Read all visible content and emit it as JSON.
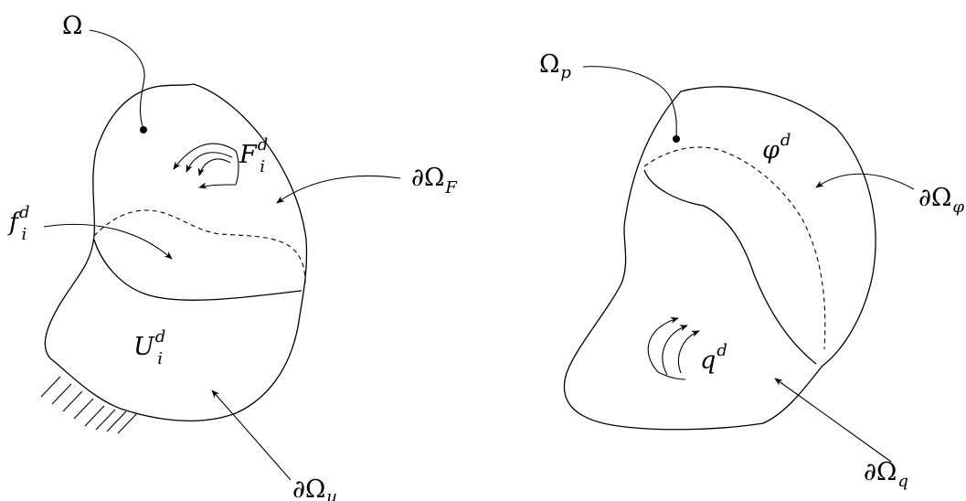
{
  "colors": {
    "solid_body": "#b5b5b5",
    "thermal_body": "#ffee3d",
    "outline": "#000000"
  },
  "left_body": {
    "omega": {
      "base": "Ω"
    },
    "force": {
      "base": "F",
      "sup": "d",
      "sub": "i"
    },
    "boundary_force": {
      "base": "∂Ω",
      "sub": "F"
    },
    "body_force": {
      "base": "f",
      "sup": "d",
      "sub": "i"
    },
    "displacement": {
      "base": "U",
      "sup": "d",
      "sub": "i"
    },
    "boundary_u": {
      "base": "∂Ω",
      "sub": "u"
    }
  },
  "right_body": {
    "omega": {
      "base": "Ω",
      "sub": "p"
    },
    "potential": {
      "base": "φ",
      "sup": "d"
    },
    "boundary_phi": {
      "base": "∂Ω",
      "sub": "φ"
    },
    "flux": {
      "base": "q",
      "sup": "d"
    },
    "boundary_q": {
      "base": "∂Ω",
      "sub": "q"
    }
  }
}
